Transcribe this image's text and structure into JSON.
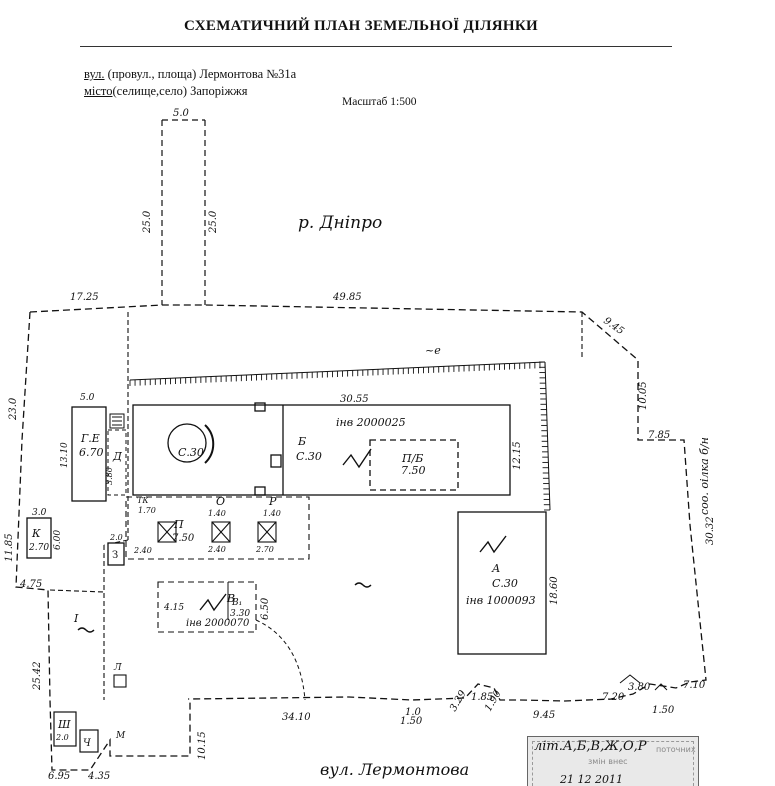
{
  "document": {
    "title": "СХЕМАТИЧНИЙ ПЛАН ЗЕМЕЛЬНОЇ ДІЛЯНКИ",
    "street_label": "вул.",
    "street_rest": " (провул., площа) Лермонтова №31а",
    "city_label": "місто",
    "city_rest": "(селище,село) Запоріжжя",
    "scale": "Масштаб 1:500"
  },
  "plan": {
    "river_label": "р. Дніпро",
    "street_label": "вул. Лермонтова",
    "neighbor_label": "соо. оілка б/н",
    "dimensions": {
      "top_left_width": "5.0",
      "corridor_left": "25.0",
      "corridor_right": "25.0",
      "top_left_edge": "17.25",
      "top_edge": "49.85",
      "right_diag": "9.45",
      "right_upper": "10.05",
      "right_step": "7.85",
      "right_long": "30.32",
      "left_upper": "23.0",
      "left_lower": "11.85",
      "left_step": "4.75",
      "left_bottom": "25.42",
      "bottom_left_a": "6.95",
      "bottom_left_b": "4.35",
      "bottom_main": "34.10",
      "bottom_seg_a": "1.50",
      "bottom_seg_b": "3.29",
      "bottom_seg_c": "1.85",
      "bottom_seg_d": "1.90",
      "bottom_seg_e": "9.45",
      "bottom_seg_f": "7.20",
      "bottom_seg_g": "3.80",
      "bottom_seg_h": "7.10",
      "bottom_seg_i": "1.50",
      "vert_lower": "10.15",
      "small_1": "1.0",
      "fence_length": "30.55",
      "building_b_depth": "12.15",
      "building_a_depth": "18.60",
      "shed_depth": "6.50"
    },
    "buildings": {
      "round_tank": "С.30",
      "b_letter": "Б",
      "b_height": "С.30",
      "b_inv": "інв 2000025",
      "b_inner": "П/Б",
      "b_inner_h": "7.50",
      "a_letter": "А",
      "a_height": "С.30",
      "a_inv": "інв 1000093",
      "ge_label": "Г.Е",
      "ge_height": "6.70",
      "ge_width": "5.0",
      "ge_depth": "13.10",
      "d_label": "Д",
      "d_h": "3.80",
      "k_label": "К",
      "k_h": "2.70",
      "k_w": "3.0",
      "k_d": "6.00",
      "z_label": "З",
      "z_w": "2.0",
      "v_label": "В",
      "v_h": "4.15",
      "v_inv": "інв 2000070",
      "v_sub": "В₁",
      "v_sub_h": "3.30",
      "l_label": "Л",
      "tk_label": "ТК",
      "tk_h": "1.70",
      "p_label": "П",
      "p_h": "7.50",
      "o_label": "О",
      "o_h": "1.40",
      "r_label": "Р",
      "r_h": "1.40",
      "sq1": "2.40",
      "sq2": "2.40",
      "sq3": "2.70",
      "sh_label": "Ш",
      "sh_h": "2.0",
      "ch_label": "Ч",
      "m_label": "М",
      "fence_label": "~е",
      "i_marker": "І"
    }
  },
  "stamp": {
    "handwriting": "літ.А,Б,В,Ж,О,Р",
    "printed_line1": "поточних",
    "printed_line2": "змін внес",
    "date": "21   12   2011"
  }
}
